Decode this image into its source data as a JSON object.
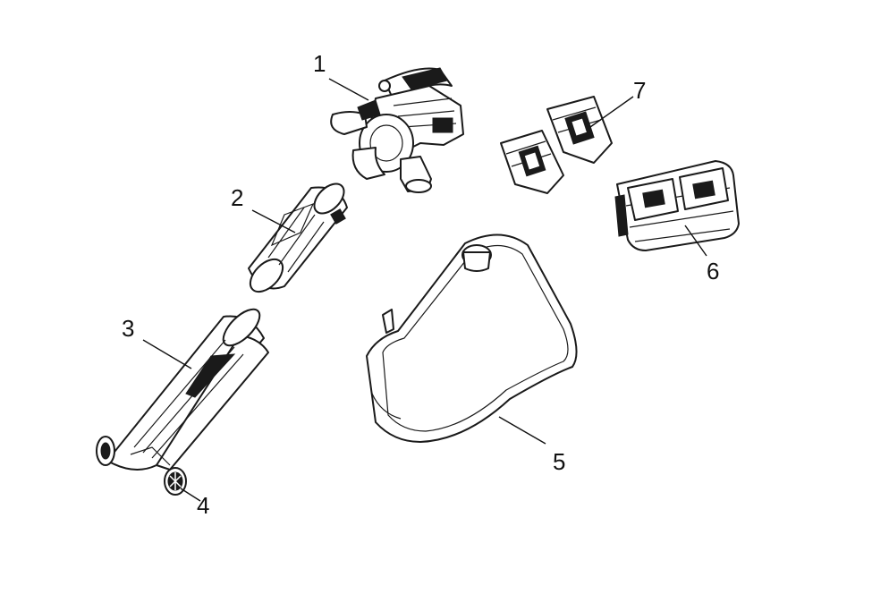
{
  "diagram": {
    "colors": {
      "stroke": "#1a1a1a",
      "background": "#ffffff"
    },
    "parts": [
      {
        "id": "1",
        "label": "1",
        "icon": "leaf-blower-motor-unit-icon"
      },
      {
        "id": "2",
        "label": "2",
        "icon": "blower-tube-icon"
      },
      {
        "id": "3",
        "label": "3",
        "icon": "vacuum-tube-icon"
      },
      {
        "id": "4",
        "label": "4",
        "icon": "wheel-icon"
      },
      {
        "id": "5",
        "label": "5",
        "icon": "collection-bag-icon"
      },
      {
        "id": "6",
        "label": "6",
        "icon": "dual-battery-charger-icon"
      },
      {
        "id": "7",
        "label": "7",
        "icon": "battery-pack-icon"
      }
    ]
  }
}
